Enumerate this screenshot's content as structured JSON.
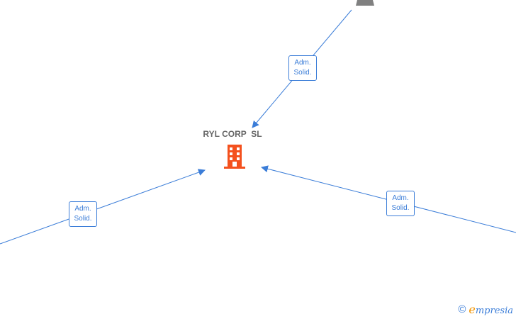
{
  "company": {
    "name": "RYL CORP  SL"
  },
  "edges": [
    {
      "label_line1": "Adm.",
      "label_line2": "Solid."
    },
    {
      "label_line1": "Adm.",
      "label_line2": "Solid."
    },
    {
      "label_line1": "Adm.",
      "label_line2": "Solid."
    }
  ],
  "colors": {
    "edge": "#3b7dd8",
    "company_icon": "#f4511e",
    "person_icon": "#808080",
    "company_text": "#666666"
  },
  "brand": {
    "copyright_symbol": "©",
    "logo_initial": "e",
    "logo_rest": "mpresia"
  }
}
